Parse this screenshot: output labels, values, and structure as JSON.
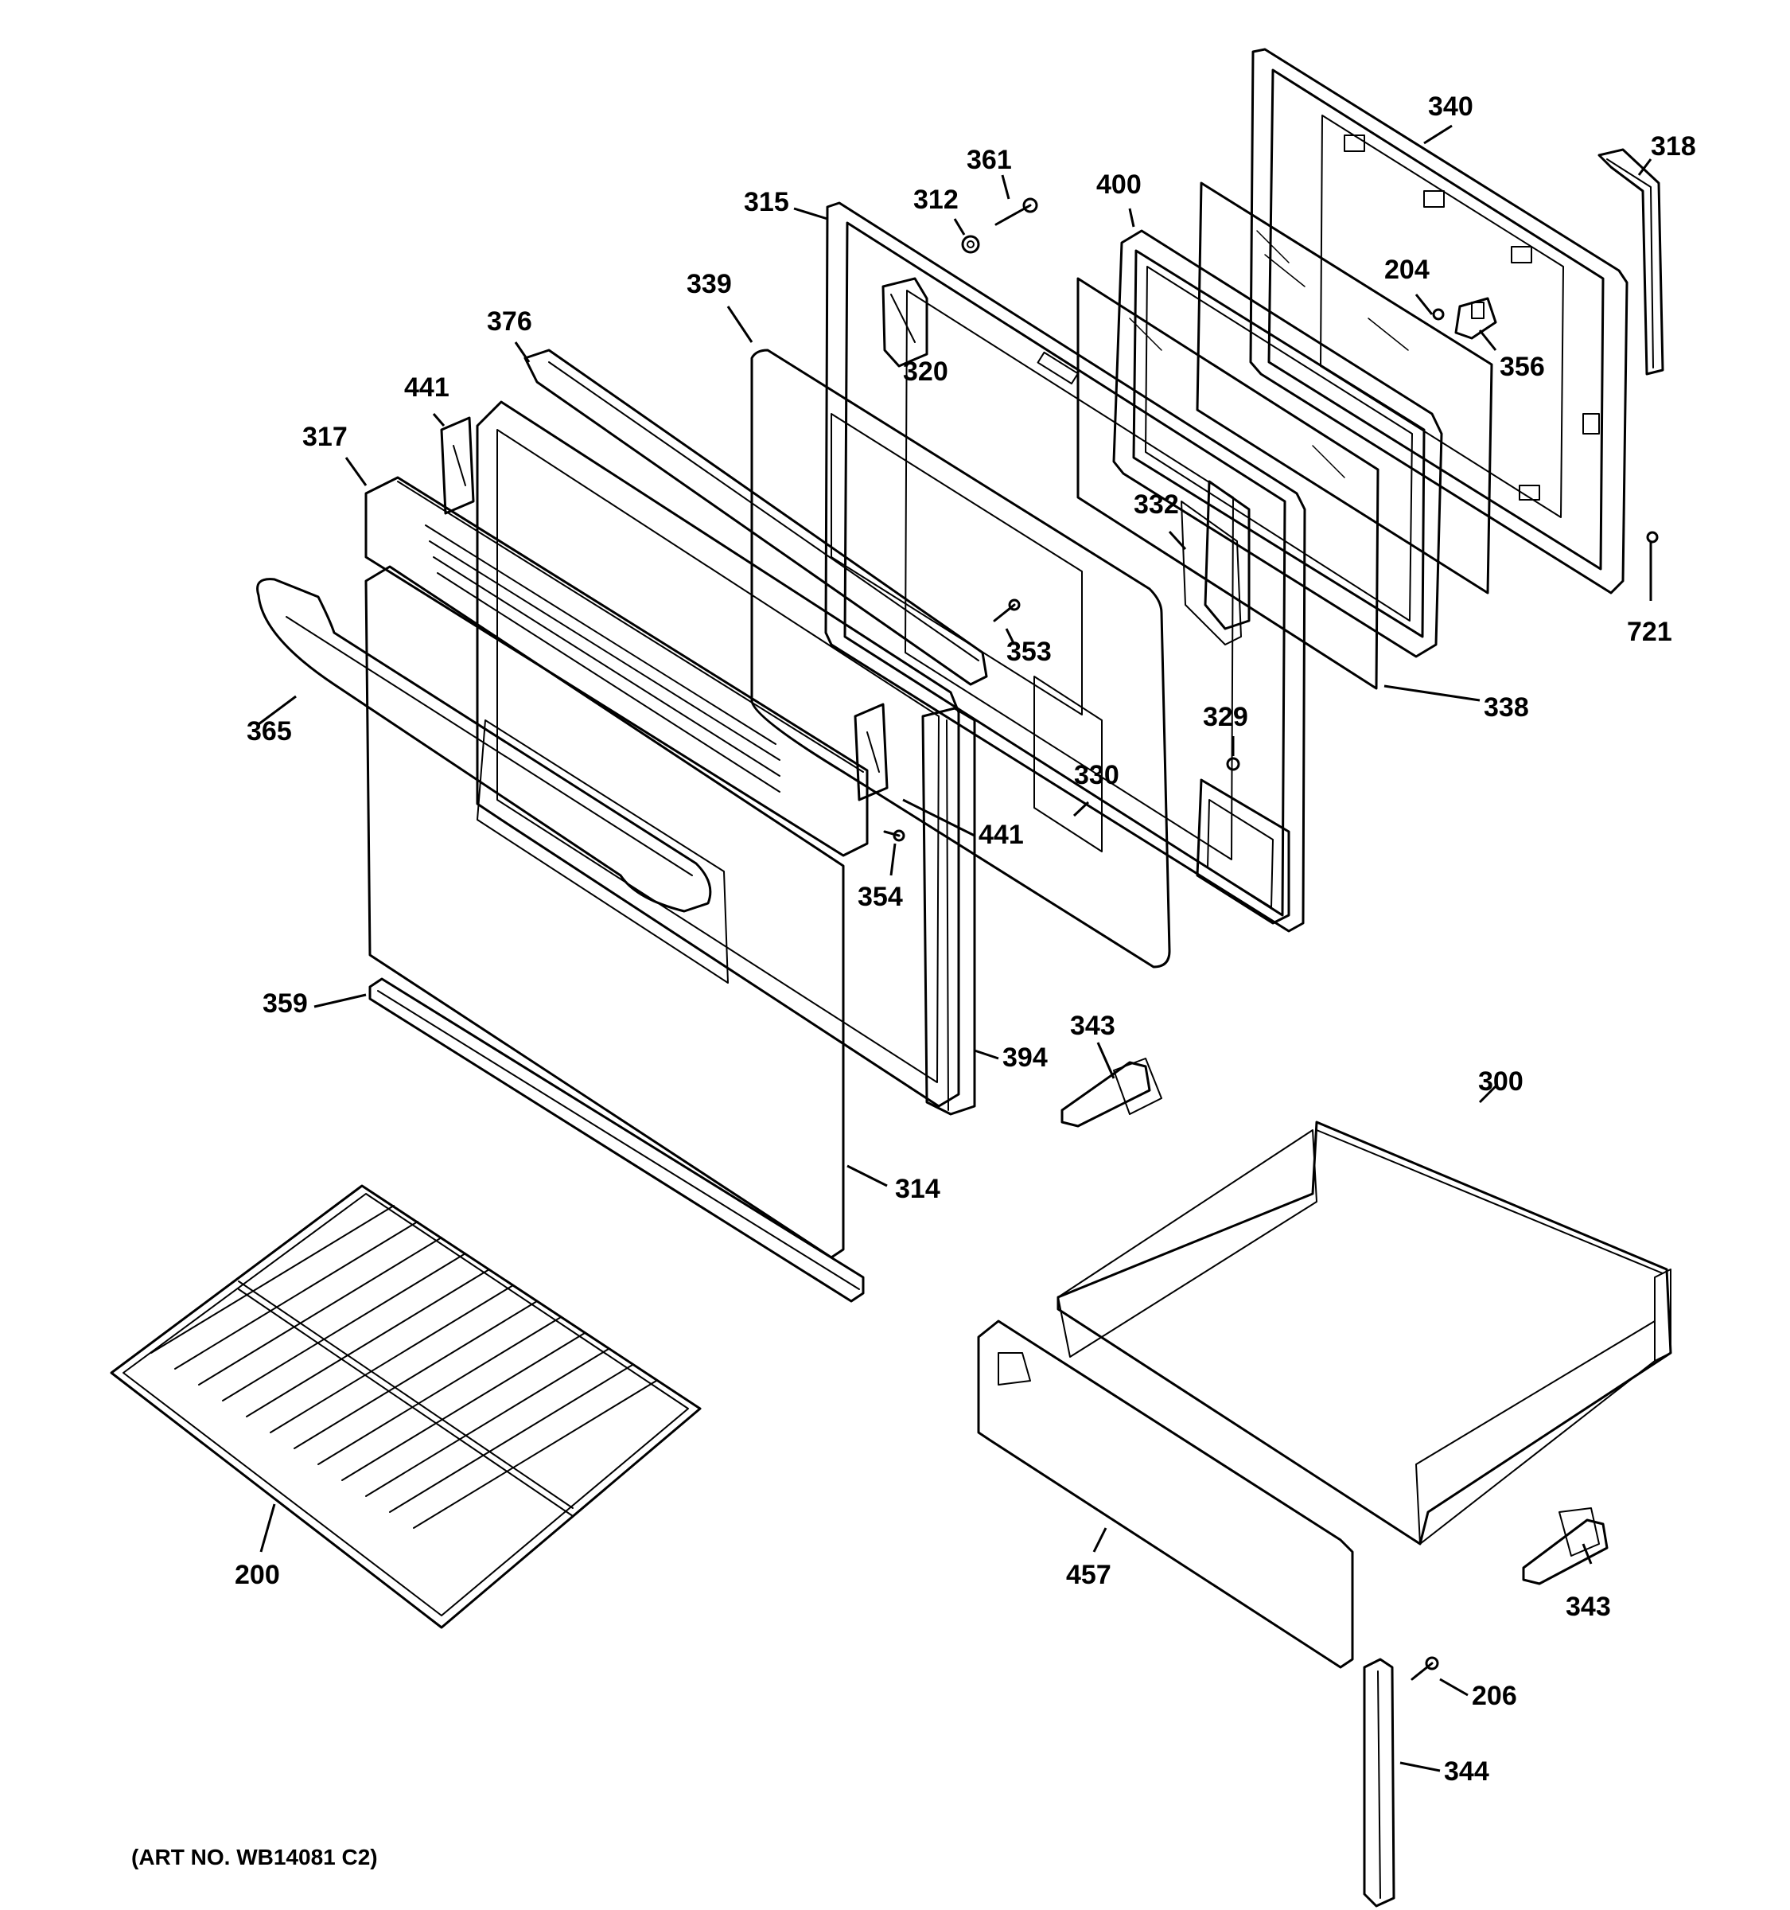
{
  "diagram": {
    "art_number": "(ART NO. WB14081 C2)",
    "callouts": [
      {
        "id": "c340",
        "label": "340"
      },
      {
        "id": "c318",
        "label": "318"
      },
      {
        "id": "c361",
        "label": "361"
      },
      {
        "id": "c312",
        "label": "312"
      },
      {
        "id": "c315",
        "label": "315"
      },
      {
        "id": "c400",
        "label": "400"
      },
      {
        "id": "c339",
        "label": "339"
      },
      {
        "id": "c204",
        "label": "204"
      },
      {
        "id": "c376",
        "label": "376"
      },
      {
        "id": "c320",
        "label": "320"
      },
      {
        "id": "c356",
        "label": "356"
      },
      {
        "id": "c441a",
        "label": "441"
      },
      {
        "id": "c317",
        "label": "317"
      },
      {
        "id": "c332",
        "label": "332"
      },
      {
        "id": "c721",
        "label": "721"
      },
      {
        "id": "c353",
        "label": "353"
      },
      {
        "id": "c365",
        "label": "365"
      },
      {
        "id": "c338",
        "label": "338"
      },
      {
        "id": "c329",
        "label": "329"
      },
      {
        "id": "c330",
        "label": "330"
      },
      {
        "id": "c441b",
        "label": "441"
      },
      {
        "id": "c354",
        "label": "354"
      },
      {
        "id": "c359",
        "label": "359"
      },
      {
        "id": "c343a",
        "label": "343"
      },
      {
        "id": "c394",
        "label": "394"
      },
      {
        "id": "c300",
        "label": "300"
      },
      {
        "id": "c314",
        "label": "314"
      },
      {
        "id": "c200",
        "label": "200"
      },
      {
        "id": "c457",
        "label": "457"
      },
      {
        "id": "c343b",
        "label": "343"
      },
      {
        "id": "c206",
        "label": "206"
      },
      {
        "id": "c344",
        "label": "344"
      }
    ]
  }
}
